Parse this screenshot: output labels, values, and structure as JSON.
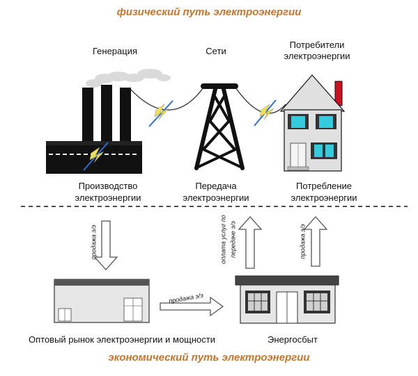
{
  "titles": {
    "physical": "физический путь электроэнергии",
    "economic": "экономический путь электроэнергии"
  },
  "top_labels": {
    "generation": "Генерация",
    "networks": "Сети",
    "consumers_l1": "Потребители",
    "consumers_l2": "электроэнергии"
  },
  "mid_labels": {
    "production_l1": "Производство",
    "production_l2": "электроэнергии",
    "transmission_l1": "Передача",
    "transmission_l2": "электроэнергии",
    "consumption_l1": "Потребление",
    "consumption_l2": "электроэнергии"
  },
  "arrows": {
    "sale_ee_down": "продажа э/э",
    "payment_l1": "оплата услуг по",
    "payment_l2": "передаче э/э",
    "sale_ee_up": "продажа э/э",
    "sale_ee_right": "продажа э/э"
  },
  "bottom_labels": {
    "wholesale": "Оптовый рынок электроэнергии и мощности",
    "energosbyt": "Энергосбыт"
  },
  "colors": {
    "title": "#c8742a",
    "window": "#33ccdd",
    "chimney_red": "#cc1122",
    "lightning": "#f2e84a"
  }
}
